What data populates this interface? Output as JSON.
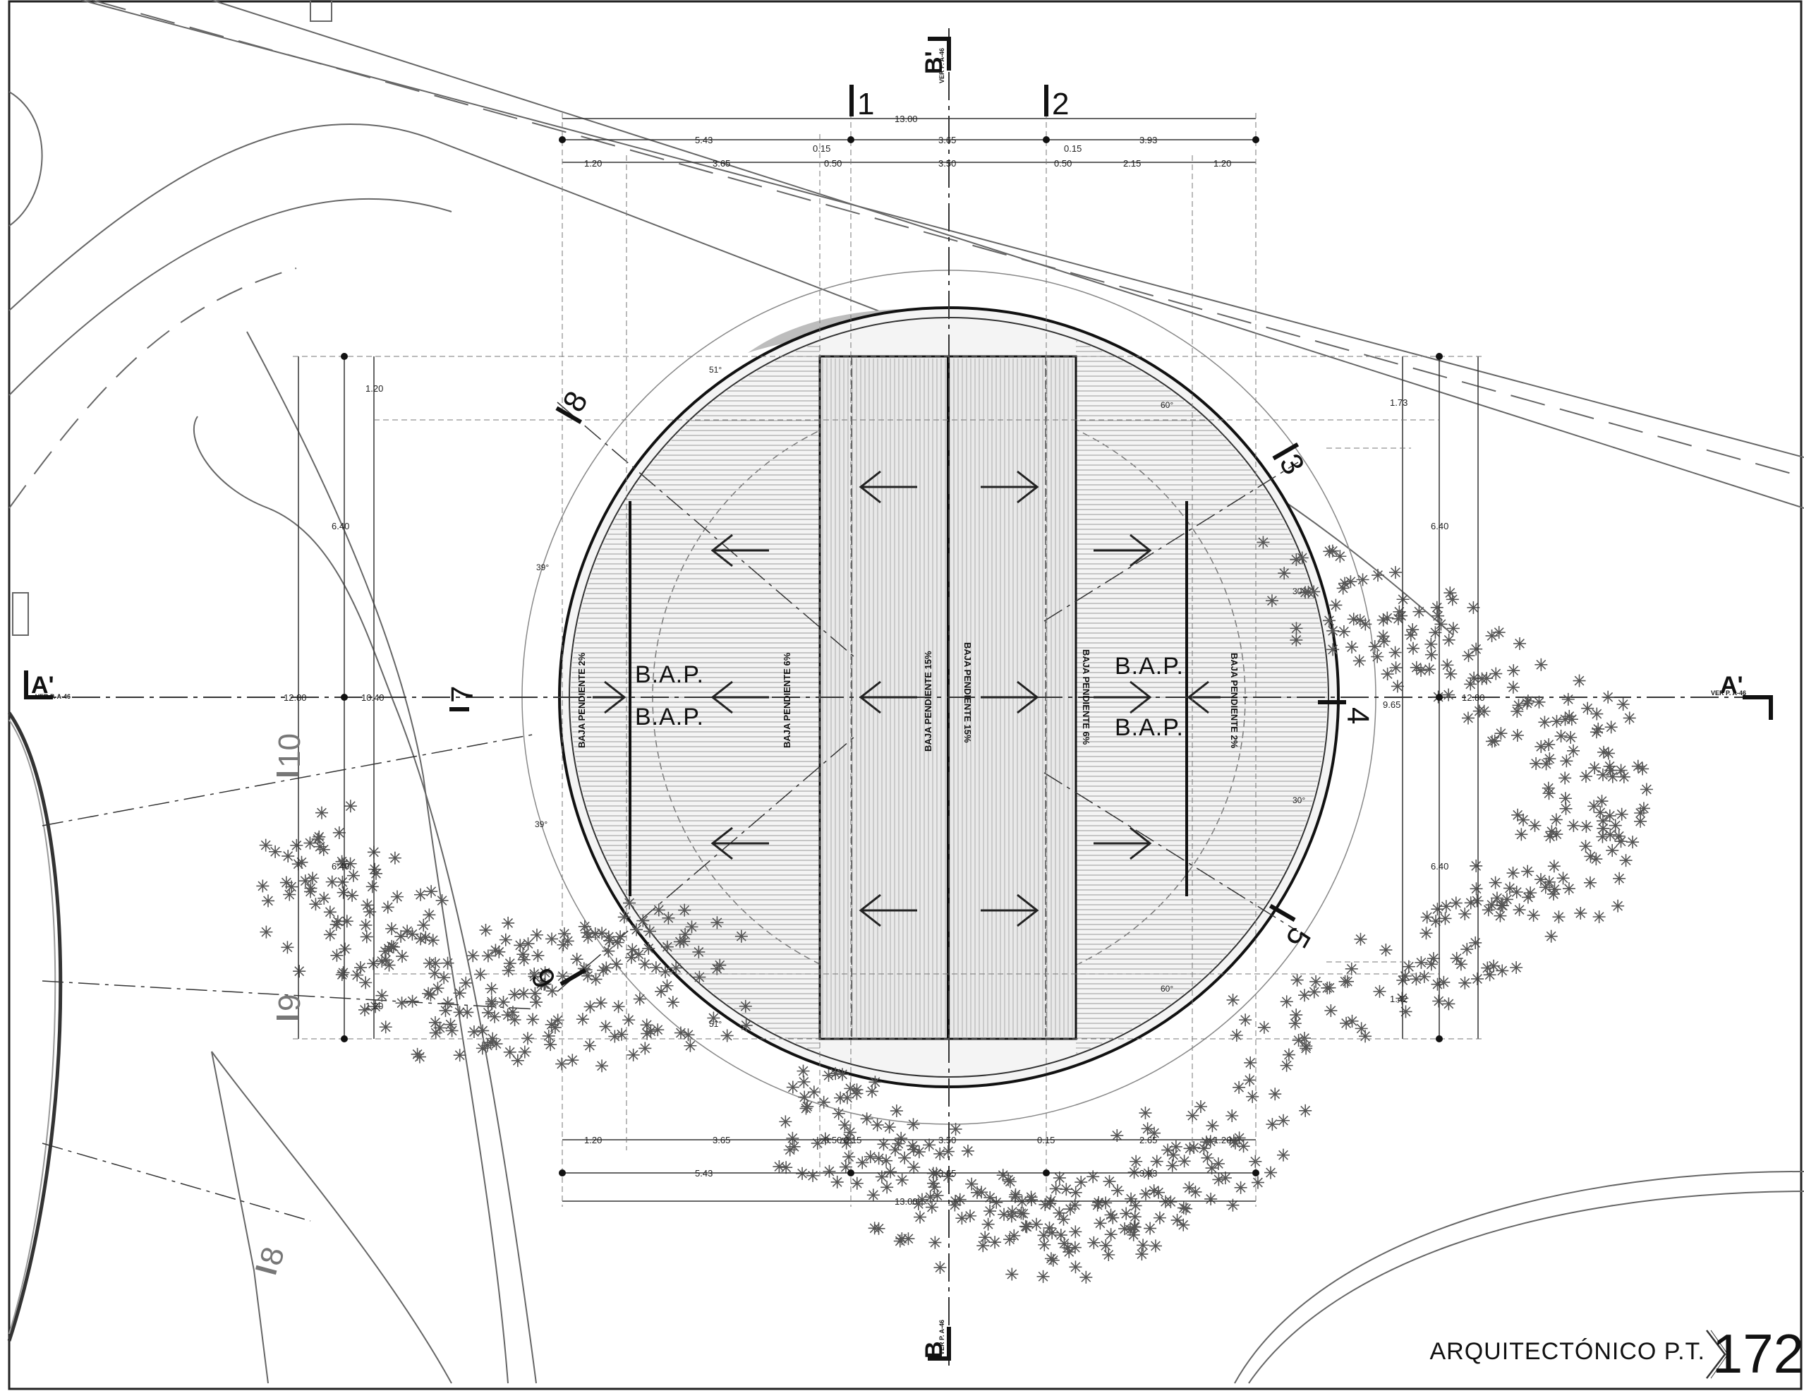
{
  "sheet": {
    "title": "ARQUITECTÓNICO P.T.",
    "number": "172"
  },
  "axes": [
    {
      "id": "1",
      "label": "1"
    },
    {
      "id": "2",
      "label": "2"
    },
    {
      "id": "3",
      "label": "3"
    },
    {
      "id": "4",
      "label": "4"
    },
    {
      "id": "5",
      "label": "5"
    },
    {
      "id": "6",
      "label": "6"
    },
    {
      "id": "7",
      "label": "7"
    },
    {
      "id": "8",
      "label": "8"
    },
    {
      "id": "9",
      "label": "9"
    },
    {
      "id": "10",
      "label": "10"
    }
  ],
  "sections": {
    "a_left": {
      "letter": "A'",
      "ref": "VER P. A-46"
    },
    "a_right": {
      "letter": "A'",
      "ref": "VER P. A-46"
    },
    "b_top": {
      "letter": "B'",
      "ref": "VER P. A-46"
    },
    "b_bottom": {
      "letter": "B",
      "ref": "VER P. A-46"
    }
  },
  "roof_labels": {
    "bap": "B.A.P.",
    "slope_2": "BAJA PENDIENTE 2%",
    "slope_6": "BAJA PENDIENTE 6%",
    "slope_15": "BAJA PENDIENTE 15%"
  },
  "dimensions": {
    "top_total": "13.00",
    "top_row1": [
      "5.43",
      "3.65",
      "3.93"
    ],
    "top_row2": [
      "1.20",
      "3.65",
      "0.50",
      "3.50",
      "0.50",
      "2.15",
      "1.20"
    ],
    "top_small": [
      "0.15",
      "0.15"
    ],
    "bottom_total": "13.00",
    "bottom_row1": [
      "5.43",
      "3.65",
      "3.93"
    ],
    "bottom_row2": [
      "1.20",
      "3.65",
      "0.50",
      "0.15",
      "3.50",
      "0.15",
      "2.65",
      "1.20"
    ],
    "left_total": "12.80",
    "left_inner": "10.40",
    "left_parts": [
      "1.20",
      "6.40",
      "6.40",
      "1.20"
    ],
    "right_total": "12.80",
    "right_inner": "9.65",
    "right_parts": [
      "1.73",
      "6.40",
      "6.40",
      "1.42"
    ]
  },
  "angles": [
    "51°",
    "60°",
    "39°",
    "30°",
    "30°",
    "39°",
    "51°",
    "60°"
  ]
}
